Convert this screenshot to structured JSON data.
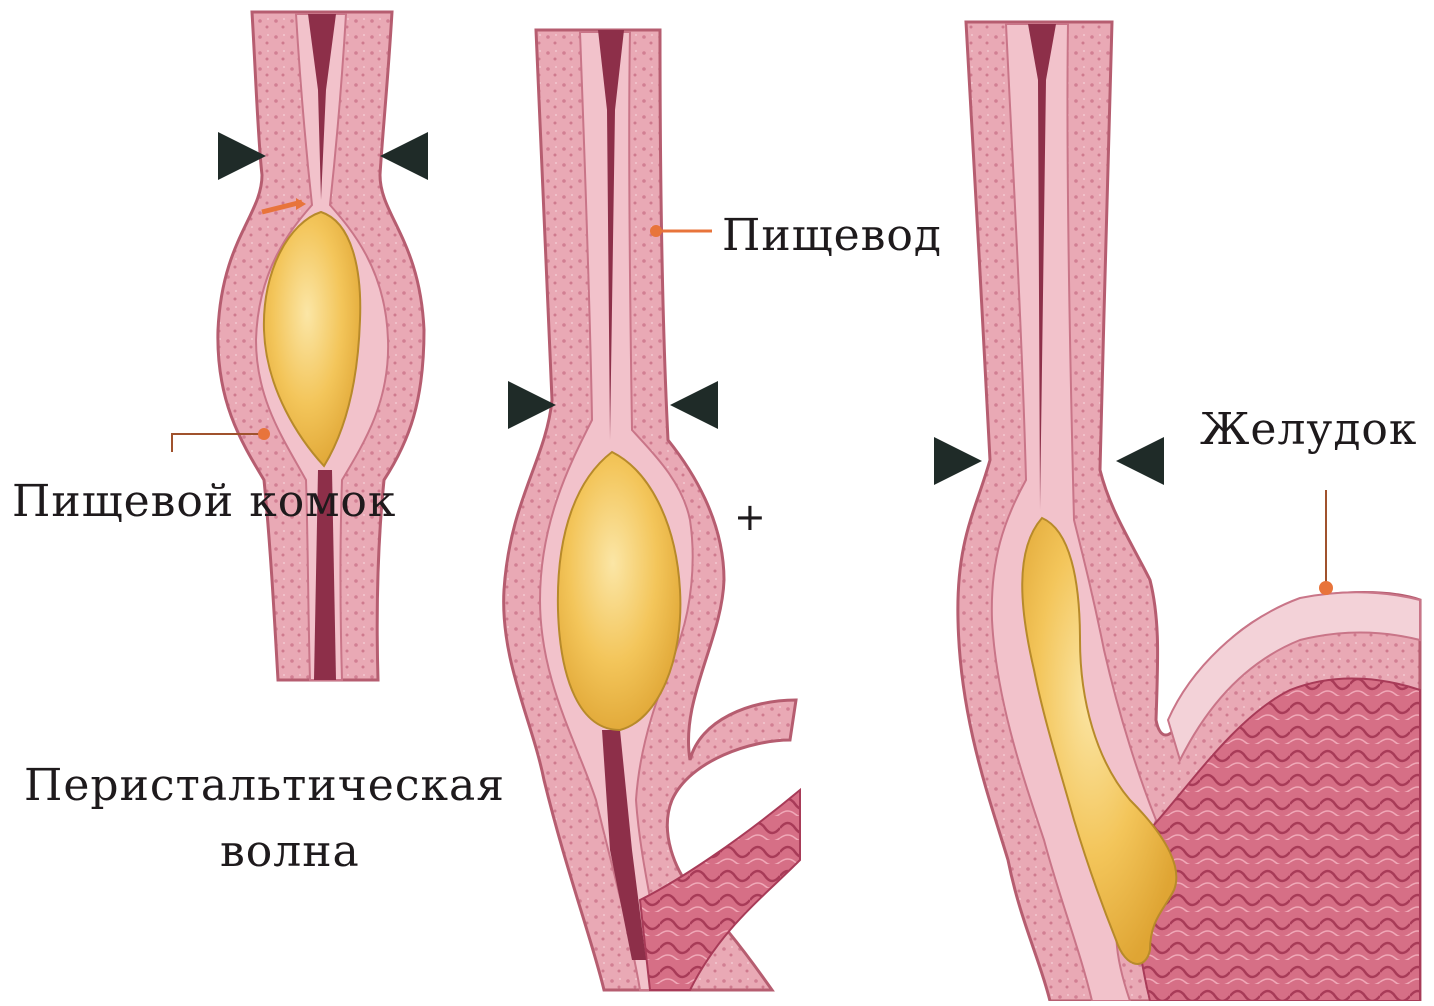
{
  "labels": {
    "esophagus": "Пищевод",
    "stomach": "Желудок",
    "food_bolus": "Пищевой комок",
    "peristaltic_wave_line1": "Перистальтическая",
    "peristaltic_wave_line2": "волна",
    "plus_sign": "+"
  },
  "colors": {
    "background": "#ffffff",
    "tube_wall": "#e9a9b5",
    "tube_edge": "#b65d70",
    "lumen": "#8d2f49",
    "bolus_fill": "#f3c55a",
    "bolus_edge": "#b78a2a",
    "stomach_mucosa": "#c8566f",
    "pointer_orange": "#e8743b",
    "arrow_dark": "#1f2b28"
  }
}
